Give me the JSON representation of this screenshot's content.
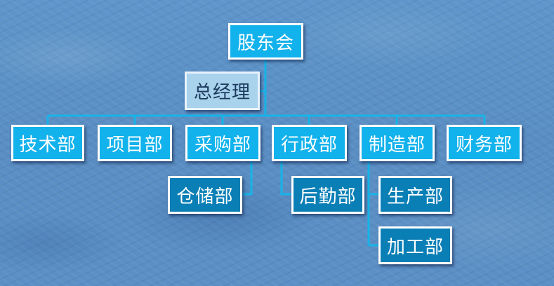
{
  "chart": {
    "root": "股东会",
    "assistant": "总经理",
    "departments": [
      "技术部",
      "项目部",
      "采购部",
      "行政部",
      "制造部",
      "财务部"
    ],
    "sub_departments": {
      "caigou": [
        "仓储部"
      ],
      "xingzheng": [
        "后勤部"
      ],
      "zhizao": [
        "生产部",
        "加工部"
      ]
    }
  },
  "colors": {
    "bright_box": "#12b2ec",
    "dark_box": "#0a7fb6",
    "light_box": "#a9d2ed",
    "connector": "#17b4e8",
    "background": "#5a8fc4"
  }
}
